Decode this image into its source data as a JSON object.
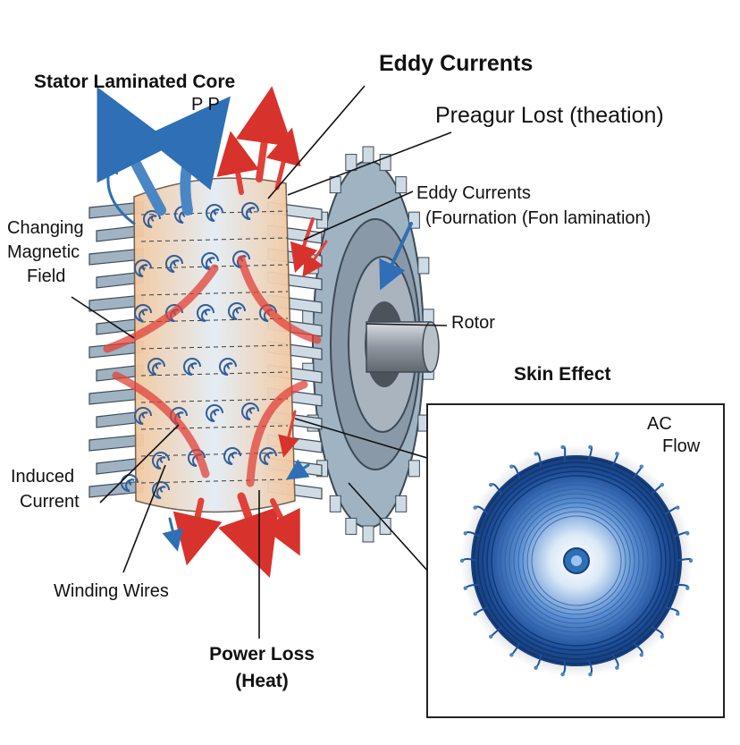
{
  "labels": {
    "eddy_currents_title": "Eddy Currents",
    "stator_core": "Stator Laminated Core",
    "pp": "P P",
    "preagur_lost": "Preagur Lost (theation)",
    "eddy_currents_side_1": "Eddy Currents",
    "eddy_currents_side_2": "(Fournation  (Fon lamination)",
    "changing_1": "Changing",
    "changing_2": "Magnetic",
    "changing_3": "Field",
    "rotor": "Rotor",
    "skin_effect": "Skin Effect",
    "ac_1": "AC",
    "ac_2": "Flow",
    "induced_1": "Induced",
    "induced_2": "Current",
    "winding_wires": "Winding Wires",
    "power_loss_1": "Power Loss",
    "power_loss_2": "(Heat)"
  },
  "colors": {
    "steel": "#9fb3c3",
    "steel_dark": "#5d6f80",
    "steel_light": "#cfdbe4",
    "core_warm": "#f3c79d",
    "core_cool": "#dfe9f3",
    "eddy_blue": "#2e5f9e",
    "heat_red": "#e0413a",
    "flow_blue": "#4a86c5",
    "skin_deep": "#1d4f9a"
  }
}
